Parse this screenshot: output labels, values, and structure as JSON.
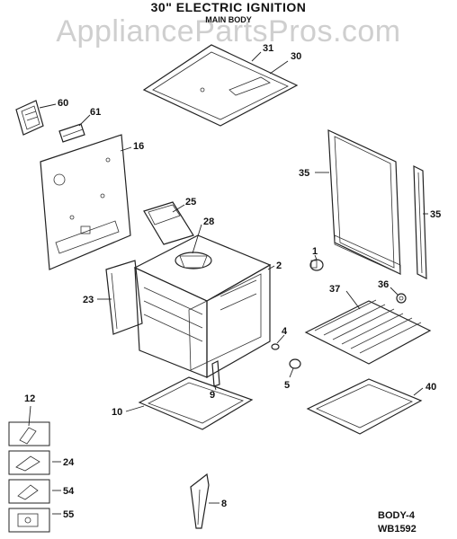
{
  "header": {
    "title": "30\" ELECTRIC IGNITION",
    "subtitle": "MAIN BODY",
    "watermark": "AppliancePartsPros.com"
  },
  "labels": {
    "p31": "31",
    "p30": "30",
    "p60": "60",
    "p61": "61",
    "p16": "16",
    "p35a": "35",
    "p35b": "35",
    "p25": "25",
    "p28": "28",
    "p2": "2",
    "p23": "23",
    "p1": "1",
    "p37": "37",
    "p36": "36",
    "p4": "4",
    "p5": "5",
    "p9": "9",
    "p10": "10",
    "p40": "40",
    "p12": "12",
    "p24": "24",
    "p54": "54",
    "p55": "55",
    "p8": "8"
  },
  "footer": {
    "code1": "BODY-4",
    "code2": "WB1592"
  }
}
